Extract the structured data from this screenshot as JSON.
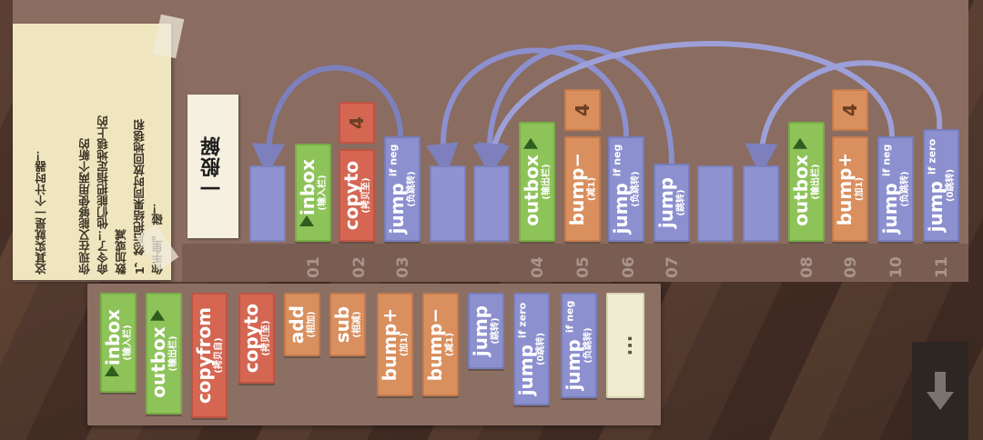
{
  "note": {
    "lines": [
      "这其实就是一个计时器！",
      "",
      "你现在又能够使用两个新的",
      "命令了！他们能把指定地毯上的",
      "数加或减",
      "1，然后把结果同时放回地毯和",
      "你手里。 碰！"
    ]
  },
  "banner": {
    "title": "一般解"
  },
  "program": {
    "line_numbers": [
      "01",
      "02",
      "03",
      "04",
      "05",
      "06",
      "07",
      "08",
      "09",
      "10",
      "11"
    ],
    "commands": [
      {
        "main": "inbox",
        "sub": "(输入栏)"
      },
      {
        "main": "copyto",
        "sub": "(拷贝至)",
        "operand": "4"
      },
      {
        "main": "jump",
        "sup": "if neg",
        "sub": "(负跳转)"
      },
      {
        "main": "outbox",
        "sub": "(输出栏)"
      },
      {
        "main": "bump−",
        "sub": "(减1)",
        "operand": "4"
      },
      {
        "main": "jump",
        "sup": "if neg",
        "sub": "(负跳转)"
      },
      {
        "main": "jump",
        "sub": "(跳转)"
      },
      {
        "main": "outbox",
        "sub": "(输出栏)"
      },
      {
        "main": "bump+",
        "sub": "(加1)",
        "operand": "4"
      },
      {
        "main": "jump",
        "sup": "if neg",
        "sub": "(负跳转)"
      },
      {
        "main": "jump",
        "sup": "if zero",
        "sub": "(0跳转)"
      }
    ]
  },
  "palette": {
    "items": [
      {
        "main": "inbox",
        "sub": "(输入栏)"
      },
      {
        "main": "outbox",
        "sub": "(输出栏)"
      },
      {
        "main": "copyfrom",
        "sub": "(拷贝自)"
      },
      {
        "main": "copyto",
        "sub": "(拷贝至)"
      },
      {
        "main": "add",
        "sub": "(相加)"
      },
      {
        "main": "sub",
        "sub": "(相减)"
      },
      {
        "main": "bump+",
        "sub": "(加1)"
      },
      {
        "main": "bump−",
        "sub": "(减1)"
      },
      {
        "main": "jump",
        "sub": "(跳转)"
      },
      {
        "main": "jump",
        "sup": "if zero",
        "sub": "(0跳转)"
      },
      {
        "main": "jump",
        "sup": "if neg",
        "sub": "(负跳转)"
      },
      {
        "main": "..."
      }
    ]
  },
  "colors": {
    "io_green": "#8ec35a",
    "math_orange": "#d98f5e",
    "copy_red": "#d46652",
    "jump_purple": "#8c90cf"
  }
}
